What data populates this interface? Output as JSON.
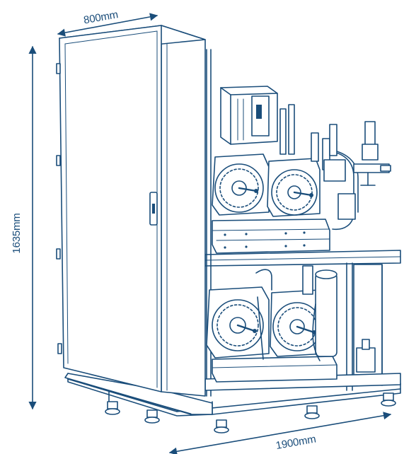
{
  "dimensions": {
    "width": "800mm",
    "height": "1635mm",
    "length": "1900mm"
  },
  "colors": {
    "line": "#1a4d7a",
    "background": "#ffffff"
  }
}
